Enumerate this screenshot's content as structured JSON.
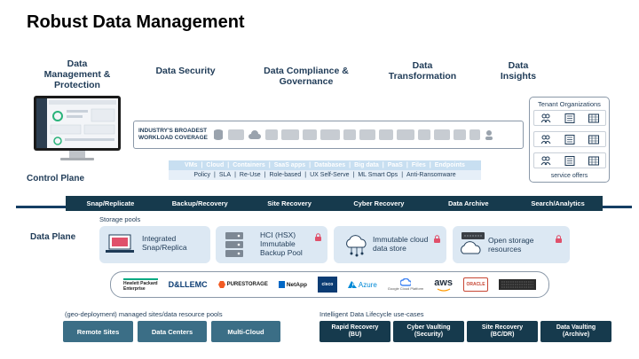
{
  "title": "Robust Data Management",
  "capabilities": [
    "Data\nManagement &\nProtection",
    "Data Security",
    "Data Compliance &\nGovernance",
    "Data\nTransformation",
    "Data\nInsights"
  ],
  "control_plane_label": "Control Plane",
  "data_plane_label": "Data Plane",
  "workload_heading": "INDUSTRY'S BROADEST\nWORKLOAD COVERAGE",
  "tenant": {
    "title": "Tenant Organizations",
    "footer": "service offers"
  },
  "services": [
    "VMs",
    "Cloud",
    "Containers",
    "SaaS apps",
    "Databases",
    "Big data",
    "PaaS",
    "Files",
    "Endpoints"
  ],
  "policies": [
    "Policy",
    "SLA",
    "Re-Use",
    "Role-based",
    "UX Self-Serve",
    "ML Smart Ops",
    "Anti-Ransomware"
  ],
  "nav": [
    "Snap/Replicate",
    "Backup/Recovery",
    "Site Recovery",
    "Cyber Recovery",
    "Data Archive",
    "Search/Analytics"
  ],
  "storage_pools_label": "Storage pools",
  "pools": [
    "Integrated\nSnap/Replica",
    "HCI (HSX)\nImmutable\nBackup Pool",
    "Immutable cloud\ndata store",
    "Open storage\nresources"
  ],
  "vendors": [
    {
      "name": "Hewlett Packard\nEnterprise",
      "color": "#00a982"
    },
    {
      "name": "D&LLEMC",
      "color": "#0b3c73"
    },
    {
      "name": "PURESTORAGE",
      "color": "#f25a22"
    },
    {
      "name": "NetApp",
      "color": "#0067c5"
    },
    {
      "name": "cisco",
      "color": "#049fd9"
    },
    {
      "name": "Azure",
      "color": "#0089d6"
    },
    {
      "name": "Google Cloud Platform",
      "color": "#4285f4"
    },
    {
      "name": "aws",
      "color": "#232f3e"
    },
    {
      "name": "ORACLE",
      "color": "#c74634"
    },
    {
      "name": "",
      "color": "#2b2b2b"
    }
  ],
  "geo_label": "(geo-deployment) managed sites/data resource pools",
  "sites": [
    "Remote Sites",
    "Data Centers",
    "Multi-Cloud"
  ],
  "ilc_label": "Intelligent Data Lifecycle use-cases",
  "use_cases": [
    "Rapid Recovery\n(BU)",
    "Cyber Vaulting\n(Security)",
    "Site Recovery\n(BC/DR)",
    "Data Vaulting\n(Archive)"
  ],
  "colors": {
    "navy": "#163a4d",
    "teal": "#3b6e86",
    "pool_bg": "#dce8f3",
    "services_bg": "#c8dff1",
    "lock": "#e0506a"
  }
}
